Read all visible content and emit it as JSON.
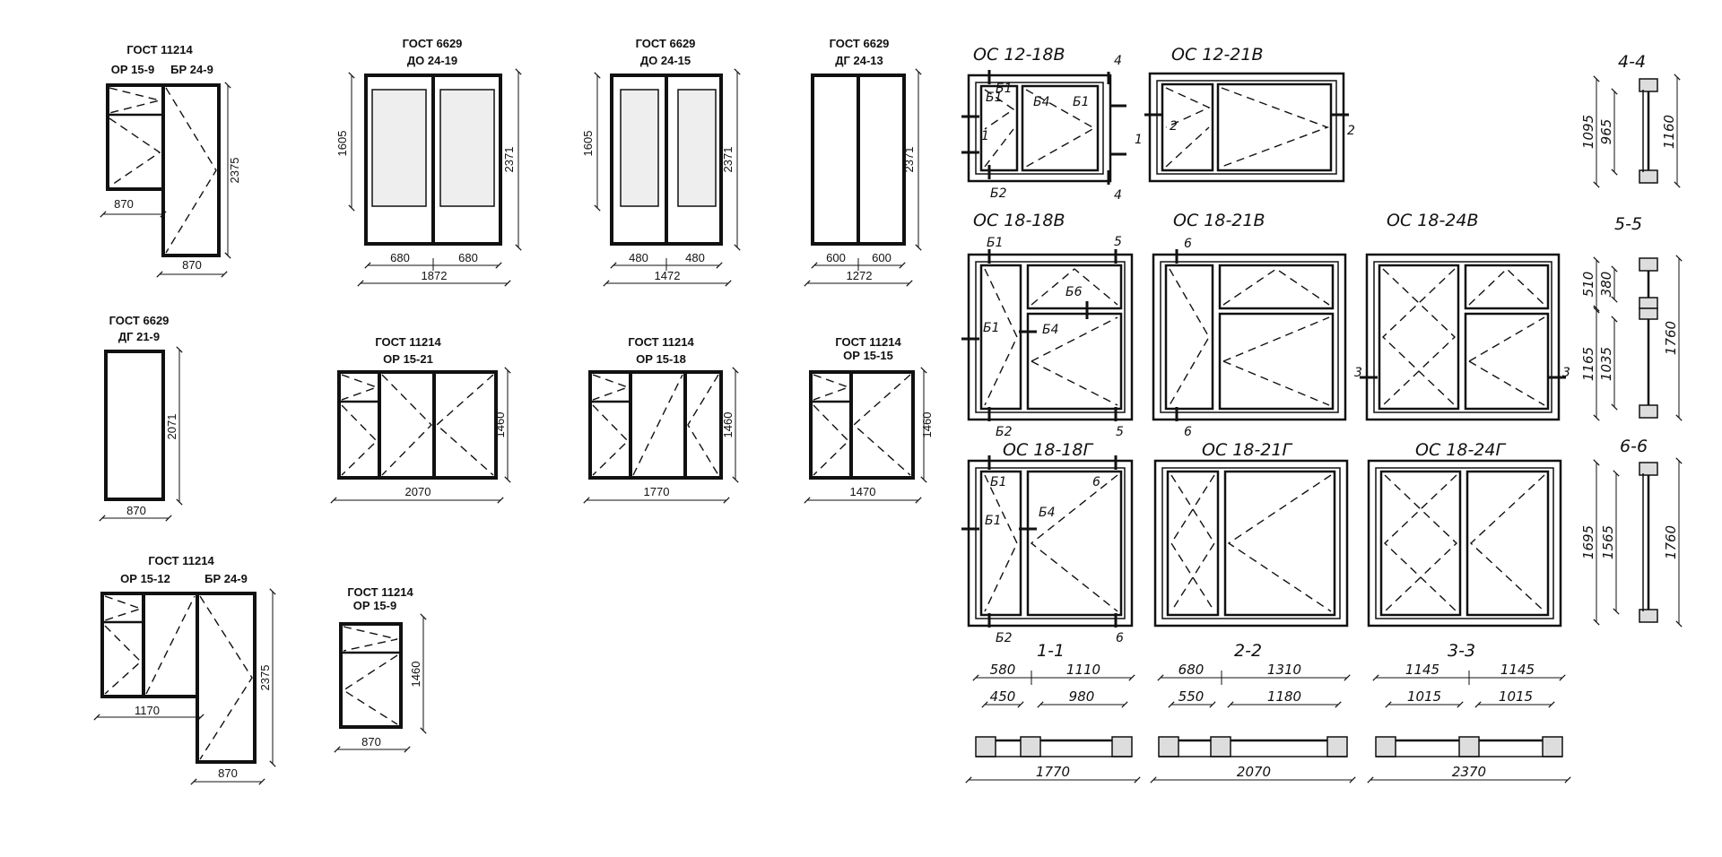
{
  "left_panel": {
    "or_br_1": {
      "std": "ГОСТ 11214",
      "left": "ОР 15-9",
      "right": "БР 24-9",
      "dim_h": "2375",
      "dim_w1": "870",
      "dim_w2": "870"
    },
    "do_24_19": {
      "std": "ГОСТ 6629",
      "name": "ДО 24-19",
      "dim_glass": "1605",
      "dim_h": "2371",
      "leaf_l": "680",
      "leaf_r": "680",
      "dim_w": "1872"
    },
    "do_24_15": {
      "std": "ГОСТ 6629",
      "name": "ДО 24-15",
      "dim_glass": "1605",
      "dim_h": "2371",
      "leaf_l": "480",
      "leaf_r": "480",
      "dim_w": "1472"
    },
    "dg_24_13": {
      "std": "ГОСТ 6629",
      "name": "ДГ 24-13",
      "dim_h": "2371",
      "leaf_l": "600",
      "leaf_r": "600",
      "dim_w": "1272"
    },
    "dg_21_9": {
      "std": "ГОСТ 6629",
      "name": "ДГ 21-9",
      "dim_h": "2071",
      "dim_w": "870"
    },
    "or_15_21": {
      "std": "ГОСТ 11214",
      "name": "ОР 15-21",
      "dim_h": "1460",
      "dim_w": "2070"
    },
    "or_15_18": {
      "std": "ГОСТ 11214",
      "name": "ОР 15-18",
      "dim_h": "1460",
      "dim_w": "1770"
    },
    "or_15_15": {
      "std": "ГОСТ 11214",
      "name": "ОР 15-15",
      "dim_h": "1460",
      "dim_w": "1470"
    },
    "or_br_2": {
      "std": "ГОСТ 11214",
      "left": "ОР 15-12",
      "right": "БР 24-9",
      "dim_h": "2375",
      "dim_w1": "1170",
      "dim_w2": "870"
    },
    "or_15_9": {
      "std": "ГОСТ 11214",
      "name": "ОР 15-9",
      "dim_h": "1460",
      "dim_w": "870"
    }
  },
  "right_panel": {
    "titles": {
      "os_12_18v": "ОС 12-18В",
      "os_12_21v": "ОС 12-21В",
      "os_18_18v": "ОС 18-18В",
      "os_18_21v": "ОС 18-21В",
      "os_18_24v": "ОС 18-24В",
      "os_18_18g": "ОС 18-18Г",
      "os_18_21g": "ОС 18-21Г",
      "os_18_24g": "ОС 18-24Г"
    },
    "marks": {
      "b1": "Б1",
      "b2": "Б2",
      "b4": "Б4",
      "b6": "Б6",
      "n1": "1",
      "n2": "2",
      "n3": "3",
      "n4": "4",
      "n5": "5",
      "n6": "6"
    },
    "sections": {
      "s44": {
        "title": "4-4",
        "d1": "1095",
        "d2": "965",
        "d3": "1160"
      },
      "s55": {
        "title": "5-5",
        "d1": "510",
        "d2": "380",
        "d3": "1165",
        "d4": "1035",
        "d5": "1760"
      },
      "s66": {
        "title": "6-6",
        "d1": "1695",
        "d2": "1565",
        "d3": "1760"
      },
      "s11": {
        "title": "1-1",
        "top_l": "580",
        "top_r": "1110",
        "in_l": "450",
        "in_r": "980",
        "total": "1770"
      },
      "s22": {
        "title": "2-2",
        "top_l": "680",
        "top_r": "1310",
        "in_l": "550",
        "in_r": "1180",
        "total": "2070"
      },
      "s33": {
        "title": "3-3",
        "top_l": "1145",
        "top_r": "1145",
        "in_l": "1015",
        "in_r": "1015",
        "total": "2370"
      }
    }
  }
}
